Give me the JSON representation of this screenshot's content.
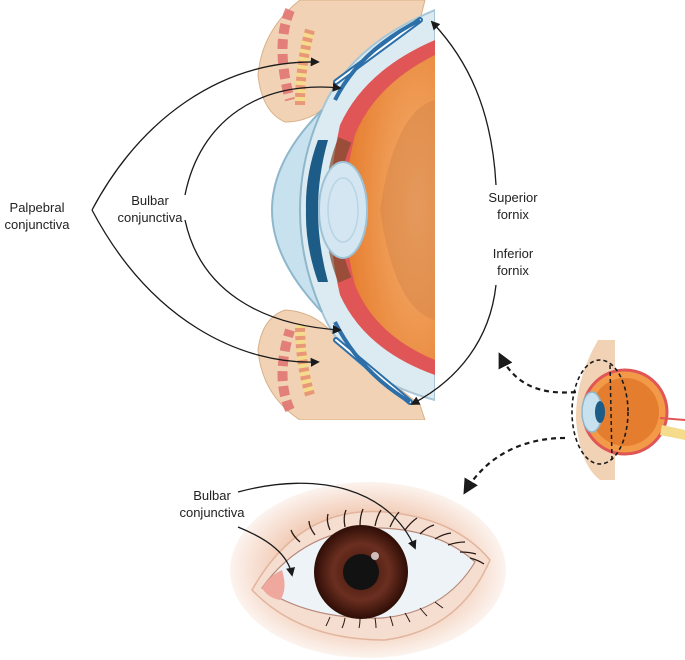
{
  "labels": {
    "palpebral": [
      "Palpebral",
      "conjunctiva"
    ],
    "bulbar_top": [
      "Bulbar",
      "conjunctiva"
    ],
    "superior": [
      "Superior",
      "fornix"
    ],
    "inferior": [
      "Inferior",
      "fornix"
    ],
    "bulbar_bottom": [
      "Bulbar",
      "conjunctiva"
    ]
  },
  "colors": {
    "skin": "#f1d2b4",
    "skin_dark": "#e6bd98",
    "muscle": "#e06a6a",
    "gland": "#f4dc8c",
    "conjunctiva_blue": "#2d6fa8",
    "sclera_light": "#d9ecf3",
    "cornea": "#c8e1ee",
    "iris_dark": "#1c5c86",
    "lens": "#d3e6f2",
    "vitreous": "#f29a48",
    "retina_red": "#e05656",
    "iris_brown": "#6b2f20",
    "pupil": "#121212",
    "arrow": "#1a1a1a"
  },
  "icons": [
    "curved-arrow",
    "dashed-arrow"
  ]
}
